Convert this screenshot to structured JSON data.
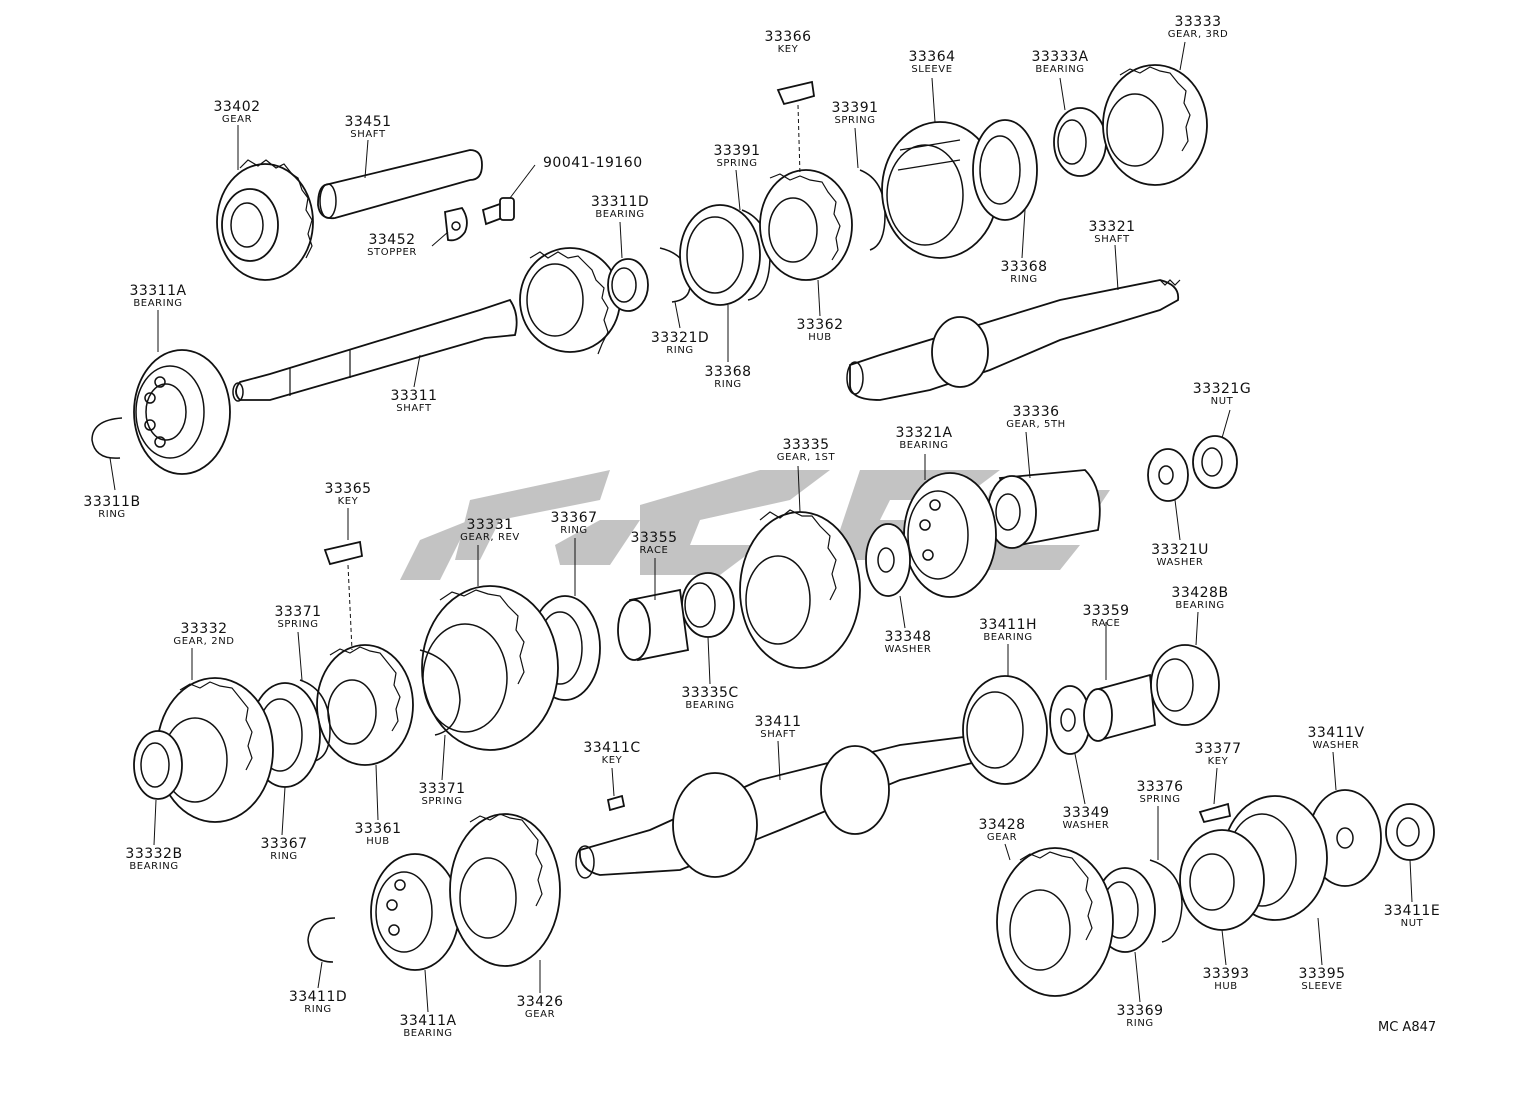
{
  "diagram_code": "MC A847",
  "parts": [
    {
      "num": "33402",
      "name": "GEAR"
    },
    {
      "num": "33451",
      "name": "SHAFT"
    },
    {
      "num": "90041-19160",
      "name": ""
    },
    {
      "num": "33452",
      "name": "STOPPER"
    },
    {
      "num": "33311A",
      "name": "BEARING"
    },
    {
      "num": "33311B",
      "name": "RING"
    },
    {
      "num": "33311",
      "name": "SHAFT"
    },
    {
      "num": "33311D",
      "name": "BEARING"
    },
    {
      "num": "33391",
      "name": "SPRING"
    },
    {
      "num": "33321D",
      "name": "RING"
    },
    {
      "num": "33368",
      "name": "RING"
    },
    {
      "num": "33366",
      "name": "KEY"
    },
    {
      "num": "33362",
      "name": "HUB"
    },
    {
      "num": "33391",
      "name": "SPRING"
    },
    {
      "num": "33364",
      "name": "SLEEVE"
    },
    {
      "num": "33368",
      "name": "RING"
    },
    {
      "num": "33333A",
      "name": "BEARING"
    },
    {
      "num": "33333",
      "name": "GEAR, 3RD"
    },
    {
      "num": "33321",
      "name": "SHAFT"
    },
    {
      "num": "33321G",
      "name": "NUT"
    },
    {
      "num": "33321U",
      "name": "WASHER"
    },
    {
      "num": "33336",
      "name": "GEAR, 5TH"
    },
    {
      "num": "33321A",
      "name": "BEARING"
    },
    {
      "num": "33335",
      "name": "GEAR, 1ST"
    },
    {
      "num": "33348",
      "name": "WASHER"
    },
    {
      "num": "33355",
      "name": "RACE"
    },
    {
      "num": "33335C",
      "name": "BEARING"
    },
    {
      "num": "33367",
      "name": "RING"
    },
    {
      "num": "33331",
      "name": "GEAR, REV"
    },
    {
      "num": "33365",
      "name": "KEY"
    },
    {
      "num": "33371",
      "name": "SPRING"
    },
    {
      "num": "33332",
      "name": "GEAR, 2ND"
    },
    {
      "num": "33332B",
      "name": "BEARING"
    },
    {
      "num": "33367",
      "name": "RING"
    },
    {
      "num": "33361",
      "name": "HUB"
    },
    {
      "num": "33371",
      "name": "SPRING"
    },
    {
      "num": "33411C",
      "name": "KEY"
    },
    {
      "num": "33411",
      "name": "SHAFT"
    },
    {
      "num": "33411H",
      "name": "BEARING"
    },
    {
      "num": "33359",
      "name": "RACE"
    },
    {
      "num": "33428B",
      "name": "BEARING"
    },
    {
      "num": "33349",
      "name": "WASHER"
    },
    {
      "num": "33411V",
      "name": "WASHER"
    },
    {
      "num": "33377",
      "name": "KEY"
    },
    {
      "num": "33376",
      "name": "SPRING"
    },
    {
      "num": "33428",
      "name": "GEAR"
    },
    {
      "num": "33411E",
      "name": "NUT"
    },
    {
      "num": "33393",
      "name": "HUB"
    },
    {
      "num": "33395",
      "name": "SLEEVE"
    },
    {
      "num": "33369",
      "name": "RING"
    },
    {
      "num": "33411D",
      "name": "RING"
    },
    {
      "num": "33411A",
      "name": "BEARING"
    },
    {
      "num": "33426",
      "name": "GEAR"
    }
  ]
}
